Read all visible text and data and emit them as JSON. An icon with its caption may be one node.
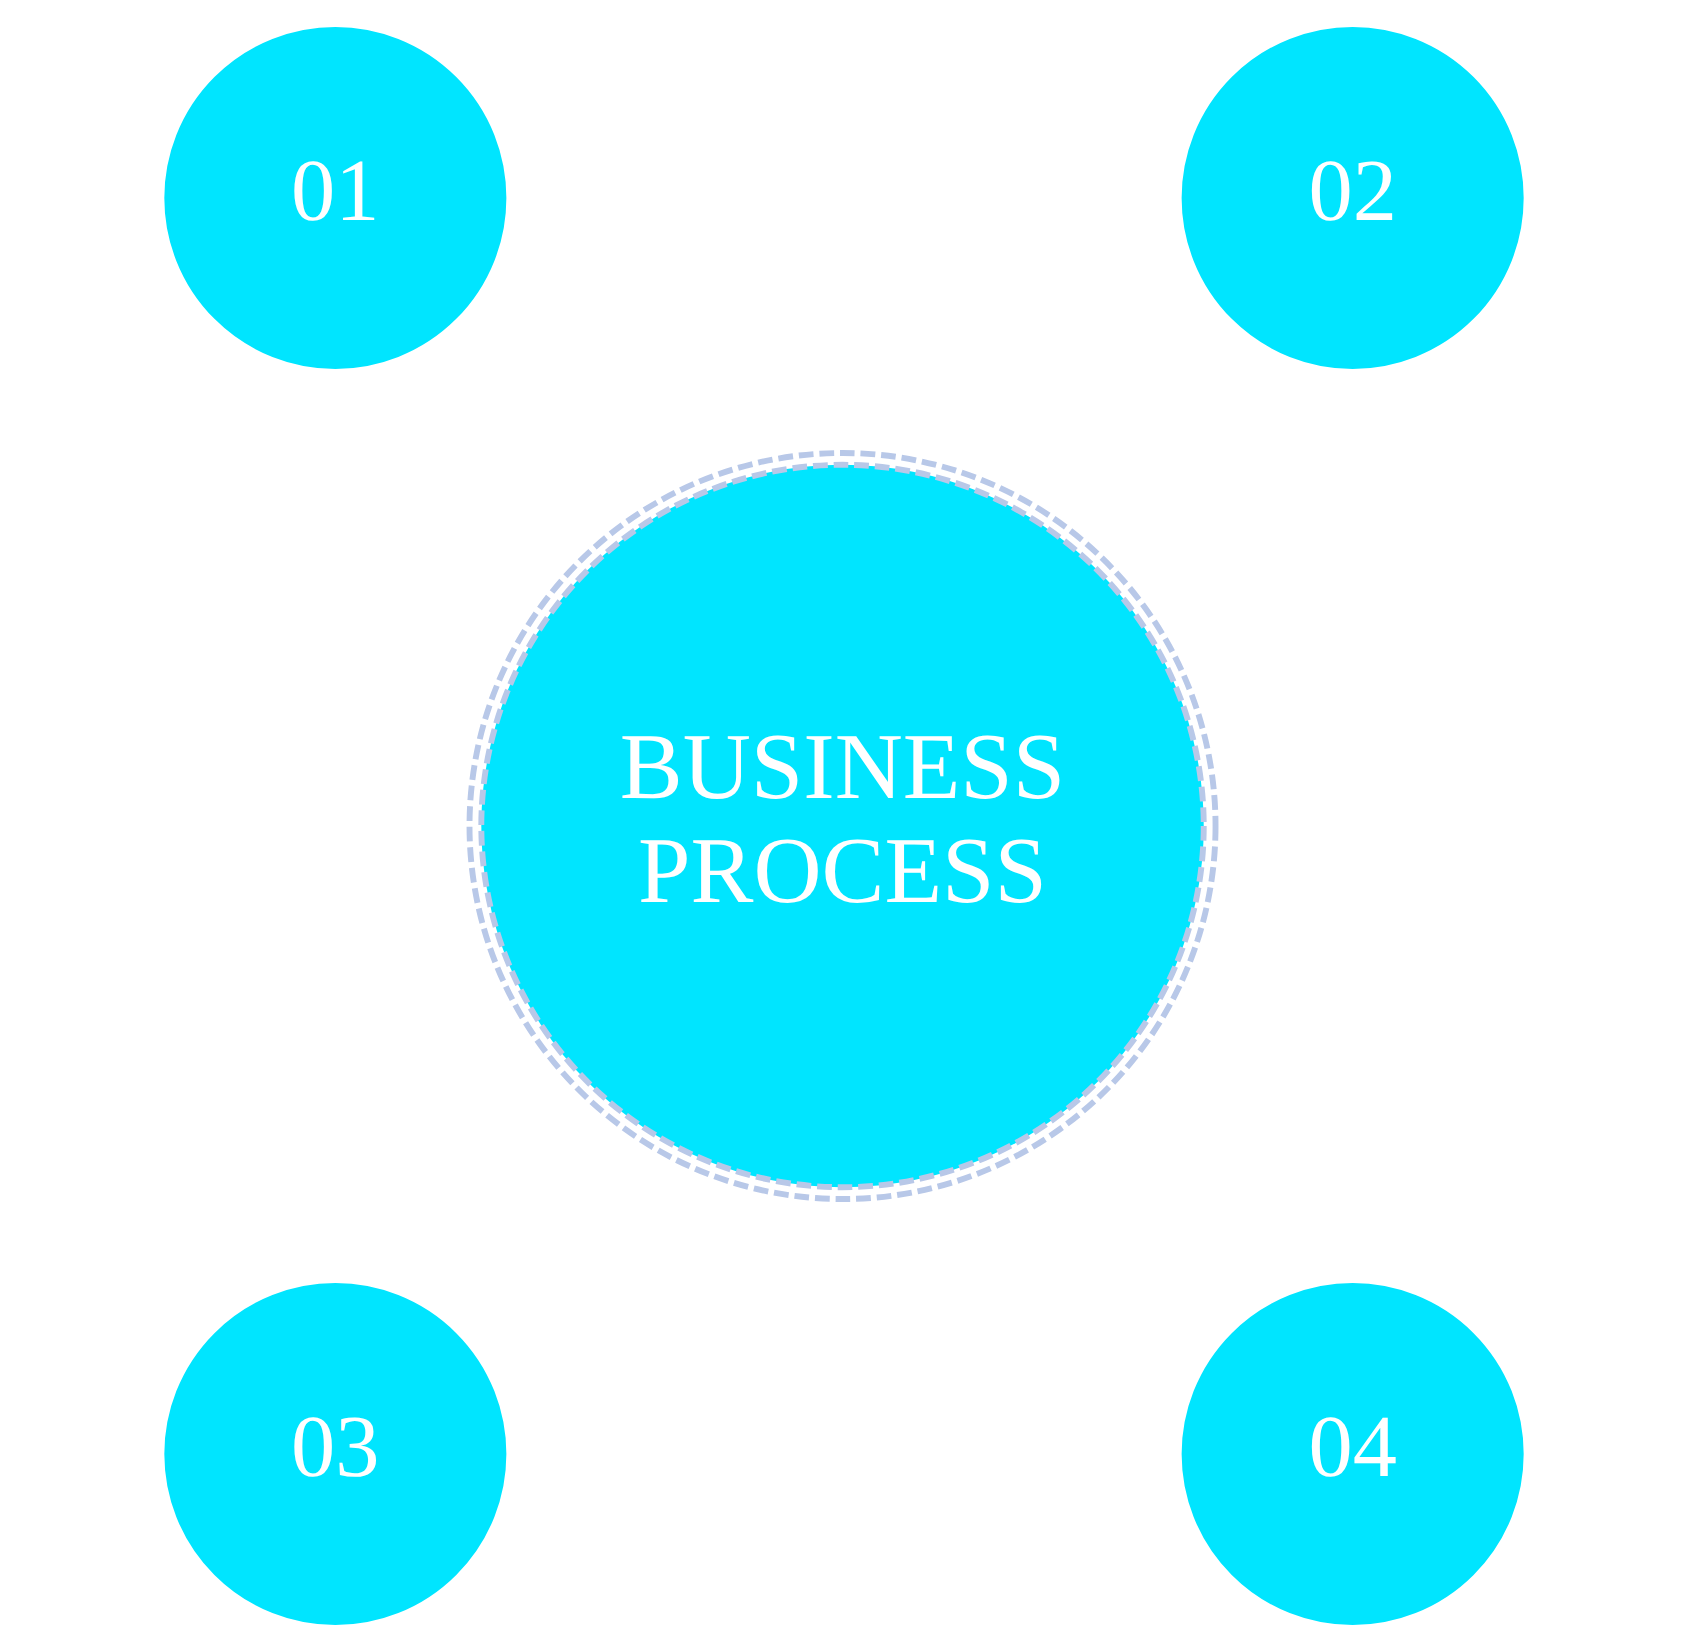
{
  "diagram": {
    "nodes": [
      {
        "text": [
          "01"
        ]
      },
      {
        "text": [
          "02"
        ]
      },
      {
        "text": [
          "BUSINESS PROCESS"
        ]
      },
      {
        "text": [
          "03"
        ]
      },
      {
        "text": [
          "04"
        ]
      }
    ]
  }
}
